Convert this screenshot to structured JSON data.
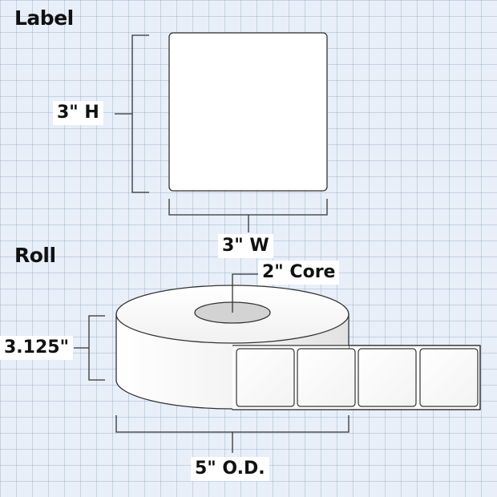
{
  "label_section": {
    "heading": "Label",
    "height_text": "3\" H",
    "width_text": "3\" W"
  },
  "roll_section": {
    "heading": "Roll",
    "core_text": "2\" Core",
    "roll_width_text": "3.125\"",
    "outer_diameter_text": "5\" O.D.",
    "labels_shown_on_roll": 4
  },
  "colors": {
    "grid_background": "#e8eff8",
    "grid_line": "#9bb0cc",
    "outline": "#333333",
    "core_fill": "#d3d3d3",
    "label_fill": "#ffffff"
  }
}
